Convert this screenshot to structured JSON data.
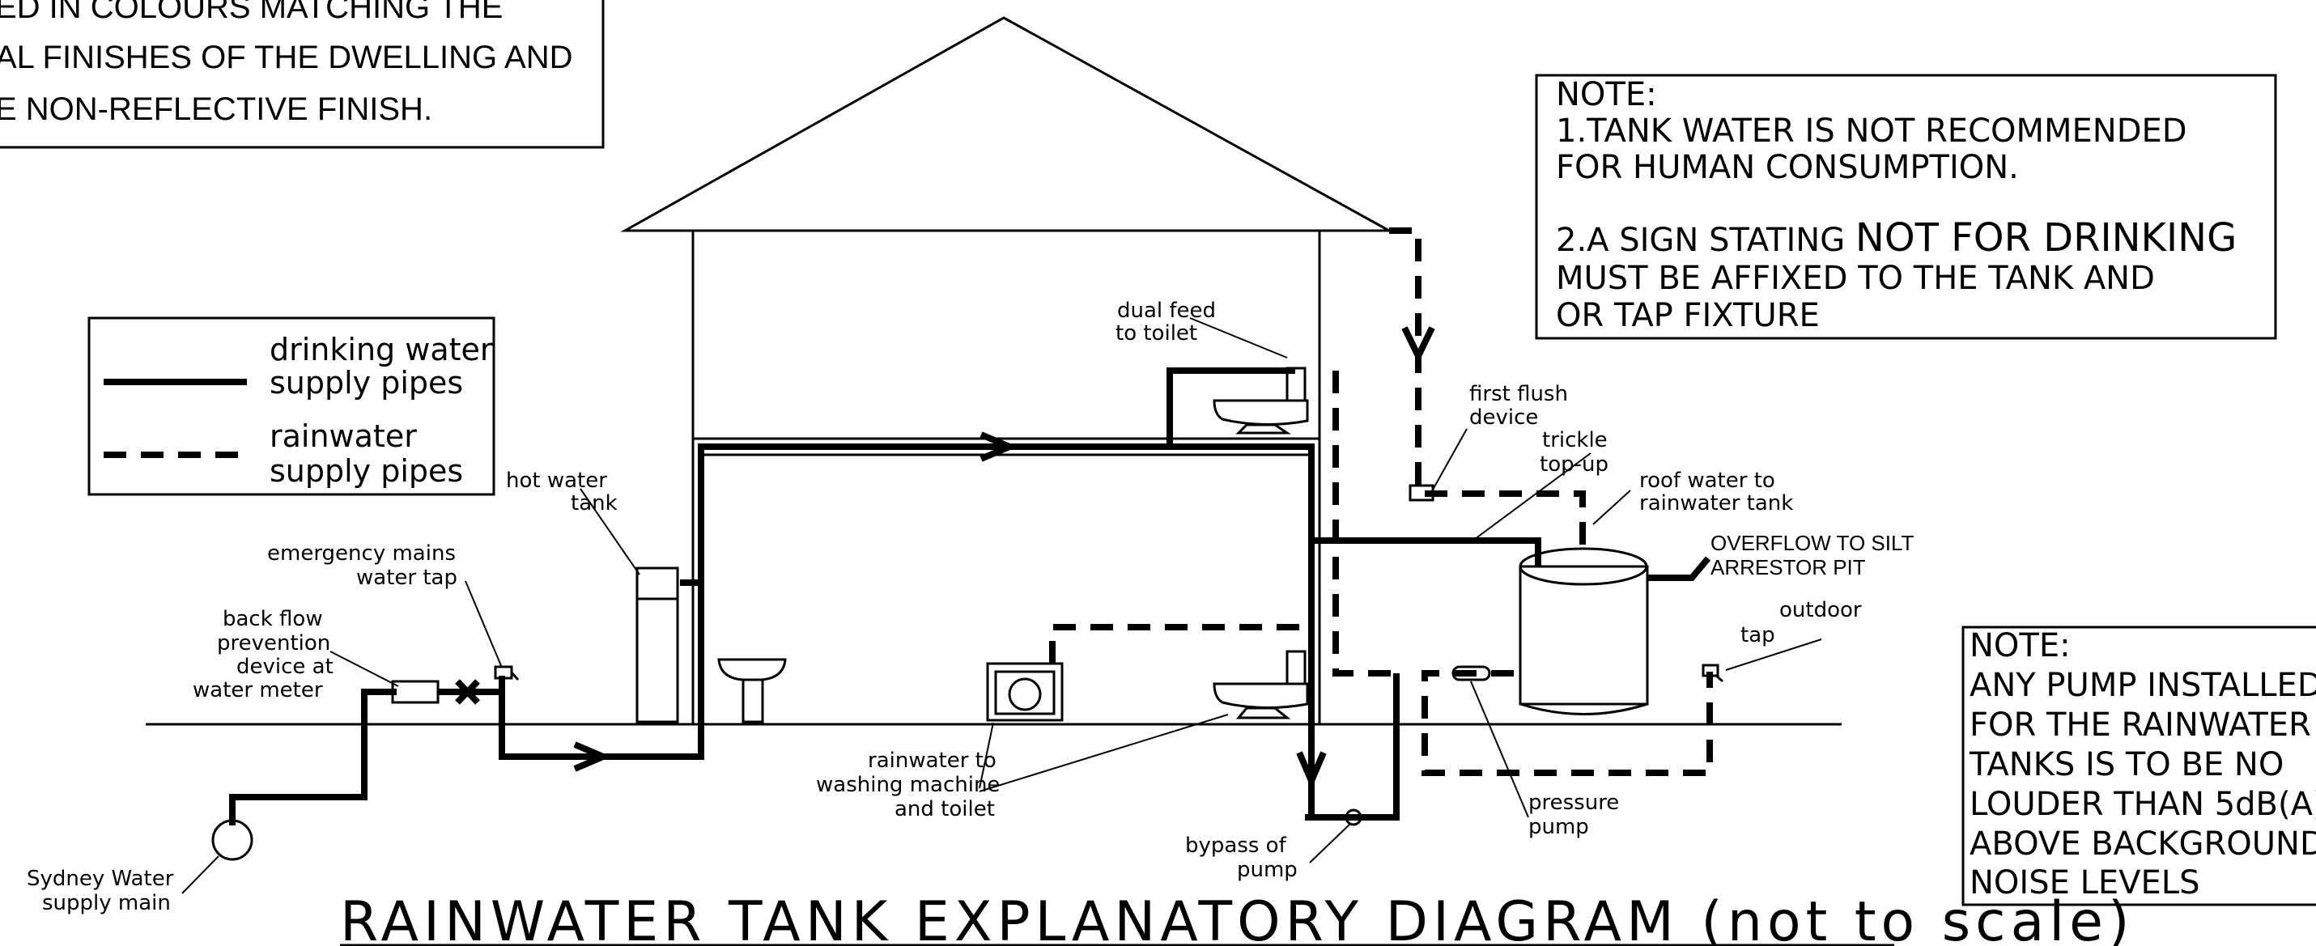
{
  "title": "RAINWATER TANK EXPLANATORY DIAGRAM (not to scale)",
  "top_left_note": {
    "lines": [
      "ED IN COLOURS MATCHING THE",
      "AL FINISHES OF THE DWELLING AND",
      "E NON-REFLECTIVE FINISH."
    ]
  },
  "note_right": {
    "heading": "NOTE:",
    "line1": "1.TANK WATER IS NOT RECOMMENDED",
    "line2": "FOR HUMAN CONSUMPTION.",
    "line3_prefix": "2.A SIGN STATING ",
    "line3_emph": "NOT FOR DRINKING",
    "line4": "MUST BE AFFIXED TO THE TANK AND",
    "line5": "OR TAP FIXTURE"
  },
  "note_pump": {
    "heading": "NOTE:",
    "lines": [
      "ANY PUMP INSTALLED",
      "FOR THE RAINWATER",
      "TANKS IS TO BE NO",
      "LOUDER THAN 5dB(A)",
      "ABOVE BACKGROUND",
      "NOISE LEVELS"
    ]
  },
  "legend": {
    "drinking_1": "drinking water",
    "drinking_2": "supply pipes",
    "rain_1": "rainwater",
    "rain_2": "supply pipes"
  },
  "labels": {
    "dual_feed_1": "dual feed",
    "dual_feed_2": "to  toilet",
    "first_flush_1": "first flush",
    "first_flush_2": "device",
    "trickle_1": "trickle",
    "trickle_2": "top-up",
    "roof_water_1": "roof water to",
    "roof_water_2": "rainwater tank",
    "overflow_1": "OVERFLOW TO SILT",
    "overflow_2": "ARRESTOR PIT",
    "outdoor_1": "outdoor",
    "outdoor_2": "tap",
    "hot_water_1": "hot water",
    "hot_water_2": "tank",
    "emergency_1": "emergency mains",
    "emergency_2": "water tap",
    "backflow_1": "back flow",
    "backflow_2": "prevention",
    "backflow_3": "device at",
    "backflow_4": "water meter",
    "sydney_1": "Sydney Water",
    "sydney_2": "supply main",
    "washing_1": "rainwater to",
    "washing_2": "washing machine",
    "washing_3": "and toilet",
    "bypass_1": "bypass of",
    "bypass_2": "pump",
    "pressure_1": "pressure",
    "pressure_2": "pump"
  }
}
